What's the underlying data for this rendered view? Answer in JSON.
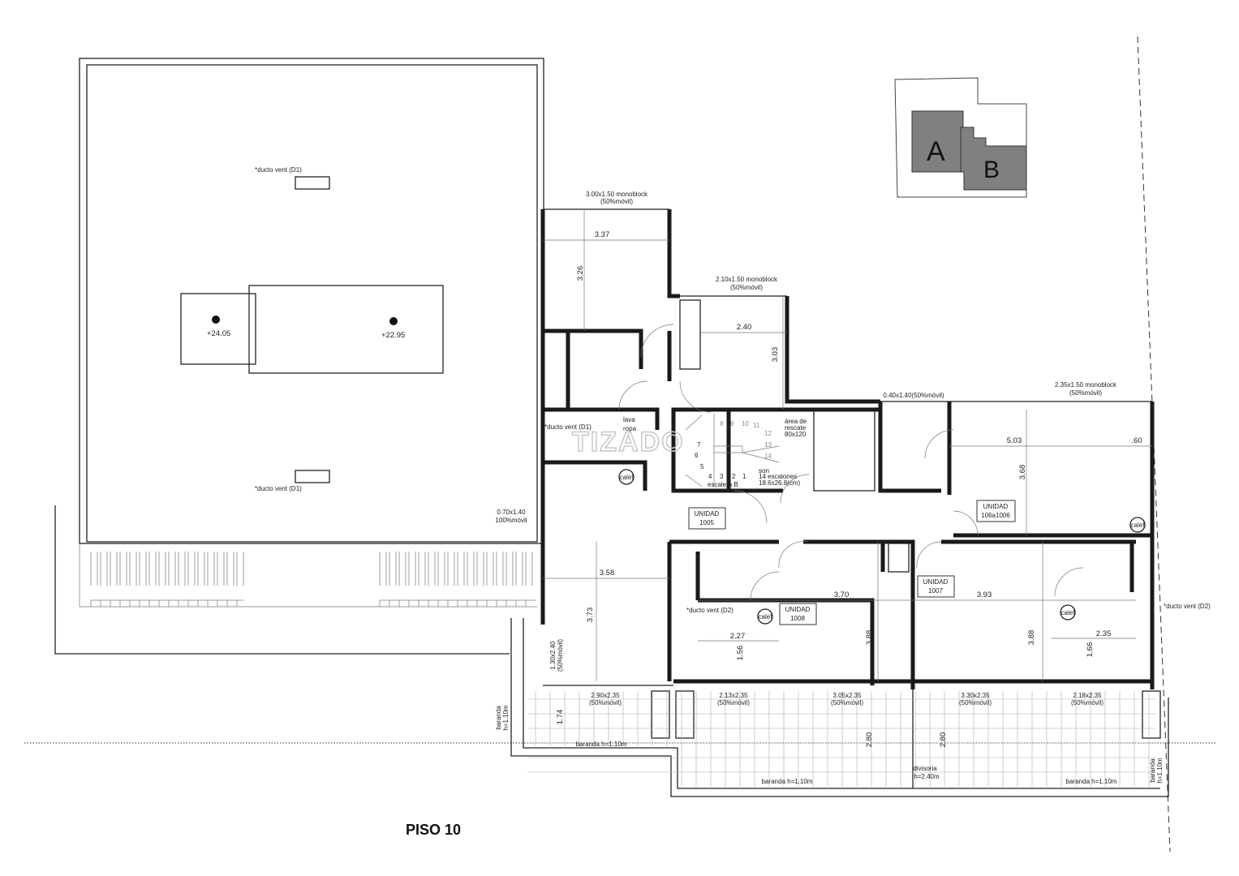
{
  "title": "PISO 10",
  "watermark": "TIZADO",
  "key_map": {
    "block_a": "A",
    "block_b": "B",
    "fill": "#808080"
  },
  "roof": {
    "ducto_top": "*ducto vent (D1)",
    "ducto_bottom": "*ducto vent (D1)",
    "level_1": "+24.05",
    "level_2": "+22.95"
  },
  "windows": {
    "w1": "3.00x1.50 monoblock",
    "w1b": "(50%móvil)",
    "w2": "2.10x1.50 monoblock",
    "w2b": "(50%móvil)",
    "w3": "0.40x1.40(50%móvil)",
    "w4": "2.35x1.50 monoblock",
    "w4b": "(50%móvil)",
    "w5": "0.70x1.40",
    "w5b": "100%móvil",
    "w6": "1.30x2.40",
    "w6b": "(50%móvil)",
    "b1": "2.90x2.35",
    "b1b": "(50%móvil)",
    "b2": "2.13x2.35",
    "b2b": "(50%móvil)",
    "b3": "3.05x2.35",
    "b3b": "(50%móvil)",
    "b4": "3.30x2.35",
    "b4b": "(50%móvil)",
    "b5": "2.18x2.35",
    "b5b": "(50%móvil)"
  },
  "dimensions": {
    "d337": "3.37",
    "d326": "3.26",
    "d240": "2.40",
    "d303": "3.03",
    "d503": "5.03",
    "d060": ".60",
    "d368": "3.68",
    "d358": "3.58",
    "d373": "3.73",
    "d370": "3.70",
    "d388a": "3.88",
    "d393": "3.93",
    "d388b": "3.88",
    "d227": "2.27",
    "d156": "1.56",
    "d235": "2.35",
    "d166": "1.66",
    "d174": "1.74",
    "d280a": "2.80",
    "d280b": "2.80"
  },
  "rooms": {
    "lava": "lava",
    "ropa": "ropa",
    "ducto_d1": "*ducto vent (D1)",
    "ducto_d2a": "*ducto vent (D2)",
    "ducto_d2b": "*ducto vent (D2)",
    "rescate1": "área de",
    "rescate2": "rescate",
    "rescate3": "80x120",
    "calef": "calef",
    "son": "son",
    "escalones": "14 escalones",
    "medida": "18.6x26.8(cm)",
    "escalera": "escalera B",
    "steps": [
      "1",
      "2",
      "3",
      "4",
      "5",
      "6",
      "7",
      "8",
      "9",
      "10",
      "11",
      "12",
      "13",
      "14"
    ]
  },
  "units": [
    {
      "label": "UNIDAD",
      "number": "1005"
    },
    {
      "label": "UNIDAD",
      "number": "106a1006"
    },
    {
      "label": "UNIDAD",
      "number": "1007"
    },
    {
      "label": "UNIDAD",
      "number": "1008"
    }
  ],
  "railings": {
    "r1": "baranda",
    "r1b": "h=1.10m",
    "r2": "baranda h=1.10m",
    "r3": "baranda h=1.10m",
    "r4": "baranda h=1.10m",
    "r5": "baranda",
    "r5b": "h=1.10m",
    "div1": "divisoria",
    "div2": "h=2.40m"
  }
}
